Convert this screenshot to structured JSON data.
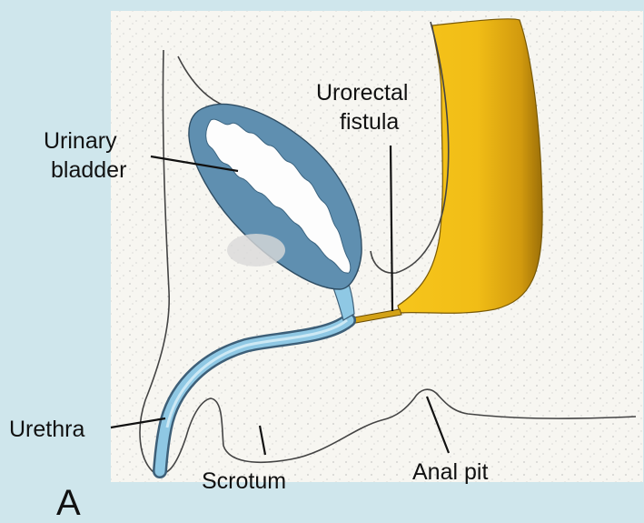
{
  "panel_letter": "A",
  "labels": {
    "urinary_bladder_line1": "Urinary",
    "urinary_bladder_line2": "bladder",
    "urorectal_fistula_line1": "Urorectal",
    "urorectal_fistula_line2": "fistula",
    "urethra": "Urethra",
    "scrotum": "Scrotum",
    "anal_pit": "Anal pit"
  },
  "colors": {
    "background_frame": "#cfe6ec",
    "tissue": "#f7f6f1",
    "bladder_wall": "#5f8fb0",
    "bladder_lumen": "#fdfdfd",
    "urethra": "#8fc8e4",
    "rectum": "#f1bd16",
    "rectum_shadow": "#b7860a"
  }
}
